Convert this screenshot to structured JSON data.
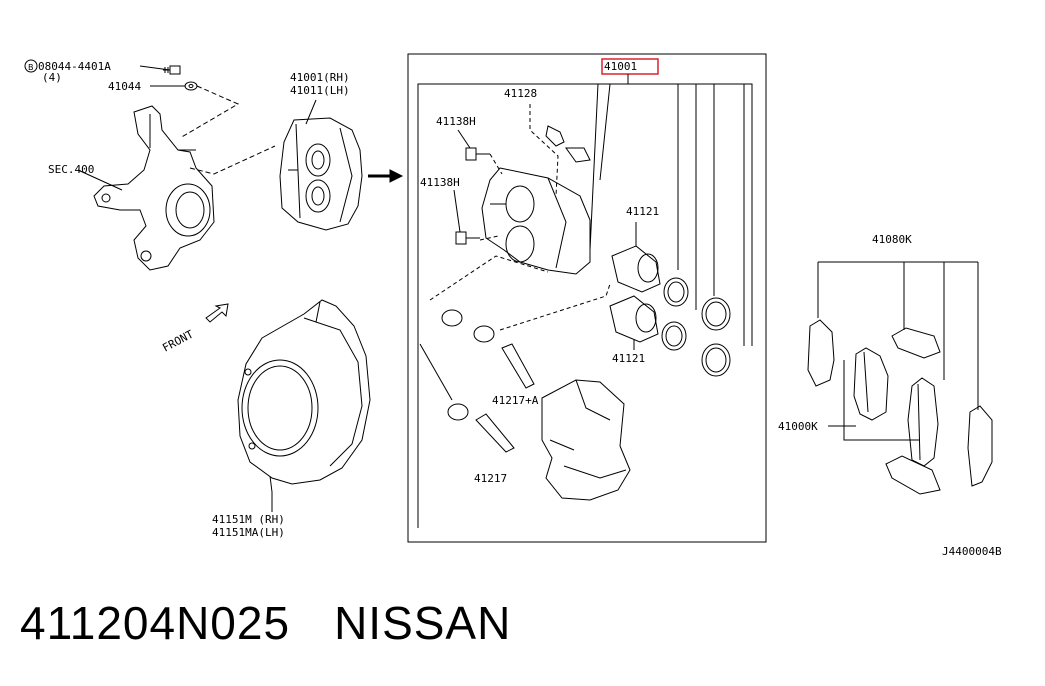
{
  "labels": {
    "bolt_code": "08044-4401A",
    "bolt_qty": "(4)",
    "washer": "41044",
    "sec": "SEC.400",
    "caliper_rh": "41001(RH)",
    "caliper_lh": "41011(LH)",
    "front": "FRONT",
    "plate_rh": "41151M (RH)",
    "plate_lh": "41151MA(LH)",
    "kit": "41001",
    "bleeder": "41128",
    "pin_bolt_1": "41138H",
    "pin_bolt_2": "41138H",
    "piston_top": "41121",
    "piston_bottom": "41121",
    "pin_a": "41217+A",
    "pin": "41217",
    "hw_kit": "41080K",
    "pad_kit": "41000K",
    "ref": "J4400004B"
  },
  "footer": {
    "part_number": "411204N025",
    "brand": "NISSAN"
  },
  "colors": {
    "highlight": "#d9232e",
    "line": "#000000"
  }
}
